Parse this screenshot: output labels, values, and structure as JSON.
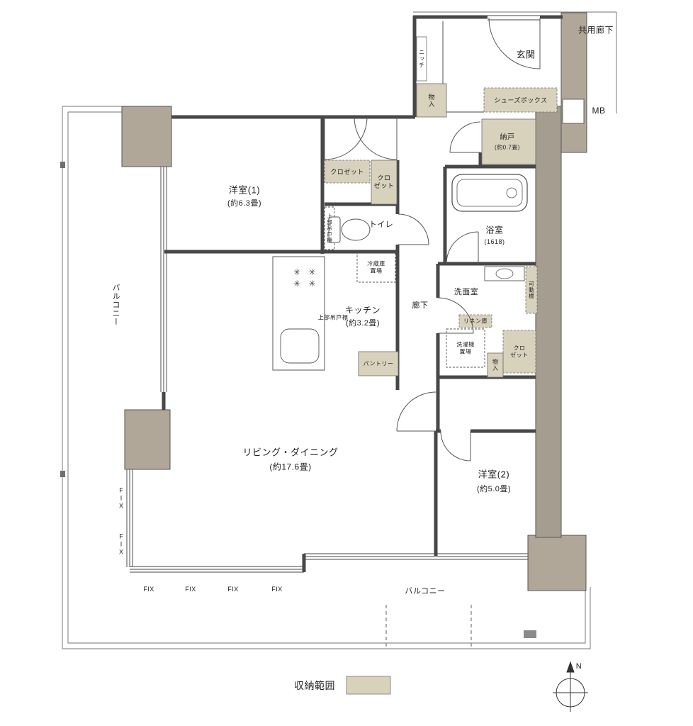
{
  "colors": {
    "storage_fill": "#d8d1bc",
    "column_fill": "#b0a798",
    "wall": "#474747",
    "thin_line": "#6a6a6a"
  },
  "legend": {
    "label": "収納範囲"
  },
  "compass": {
    "north": "N"
  },
  "exterior": {
    "common_corridor": "共用廊下",
    "mb": "MB",
    "balcony_left": "バルコニー",
    "balcony_bottom": "バルコニー",
    "fix": "FIX"
  },
  "rooms": {
    "genkan": {
      "name": "玄関"
    },
    "nando": {
      "name": "納戸",
      "size": "(約0.7畳)"
    },
    "yoshitsu1": {
      "name": "洋室(1)",
      "size": "(約6.3畳)"
    },
    "toilet": {
      "name": "トイレ"
    },
    "yokushitsu": {
      "name": "浴室",
      "size": "(1618)"
    },
    "senmenshitsu": {
      "name": "洗面室"
    },
    "kitchen": {
      "name": "キッチン",
      "size": "(約3.2畳)"
    },
    "roka": {
      "name": "廊下"
    },
    "living": {
      "name": "リビング・ダイニング",
      "size": "(約17.6畳)"
    },
    "yoshitsu2": {
      "name": "洋室(2)",
      "size": "(約5.0畳)"
    }
  },
  "fixtures": {
    "shoes_box": "シューズボックス",
    "nicchi": "ニッチ",
    "monoire_hall": "物入",
    "closet_a": "クロゼット",
    "closet_b": "クロ\nゼット",
    "closet_c": "クロ\nゼット",
    "monoire_wash": "物入",
    "kadodana": "可動棚",
    "tsuridana_toilet": "上部吊戸棚",
    "tsuridana_kitchen": "上部吊戸棚",
    "reizoko": "冷蔵庫\n置場",
    "pantry": "パントリー",
    "linen": "リネン庫",
    "sentakuki": "洗濯機\n置場",
    "burners": "✳ ✳"
  }
}
